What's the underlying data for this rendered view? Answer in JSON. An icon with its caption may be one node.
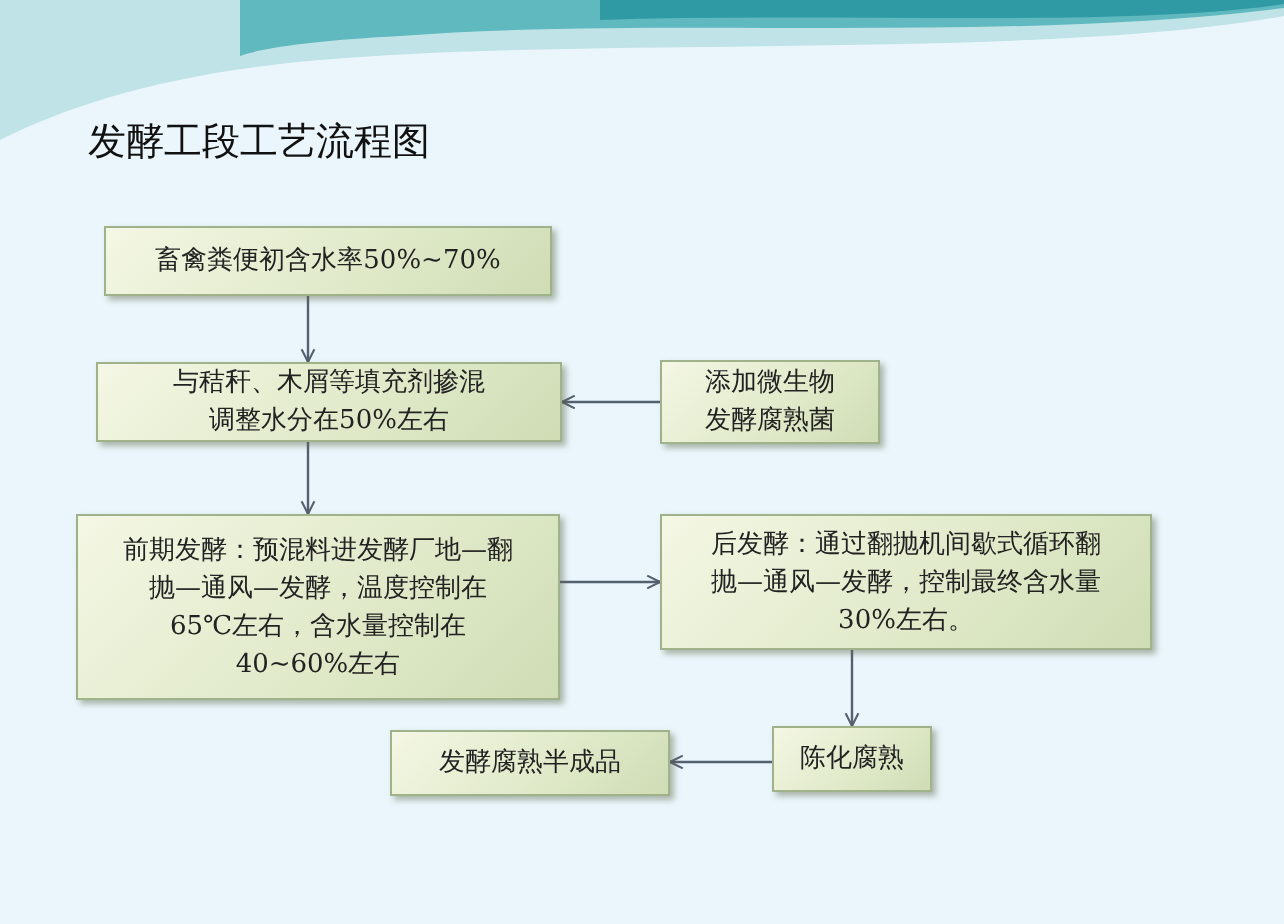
{
  "diagram": {
    "title": "发酵工段工艺流程图",
    "nodes": [
      {
        "text": [
          "畜禽粪便初含水率50%~70%"
        ]
      },
      {
        "text": [
          "与秸秆、木屑等填充剂掺混调整水分在50%左右"
        ]
      },
      {
        "text": [
          "添加微生物发酵腐熟菌"
        ]
      },
      {
        "text": [
          "前期发酵：预混料进发酵厂地—翻抛—通风—发酵，温度控制在65℃左右，含水量控制在40~60%左右"
        ]
      },
      {
        "text": [
          "后发酵：通过翻抛机间歇式循环翻抛—通风—发酵，控制最终含水量30%左右。"
        ]
      },
      {
        "text": [
          "陈化腐熟"
        ]
      },
      {
        "text": [
          "发酵腐熟半成品"
        ]
      }
    ],
    "edges": [
      {
        "from": 0,
        "to": 1,
        "arrow": "to"
      },
      {
        "from": 2,
        "to": 1,
        "arrow": "to"
      },
      {
        "from": 1,
        "to": 3,
        "arrow": "to"
      },
      {
        "from": 3,
        "to": 4,
        "arrow": "to"
      },
      {
        "from": 4,
        "to": 5,
        "arrow": "to"
      },
      {
        "from": 5,
        "to": 6,
        "arrow": "to"
      }
    ]
  }
}
